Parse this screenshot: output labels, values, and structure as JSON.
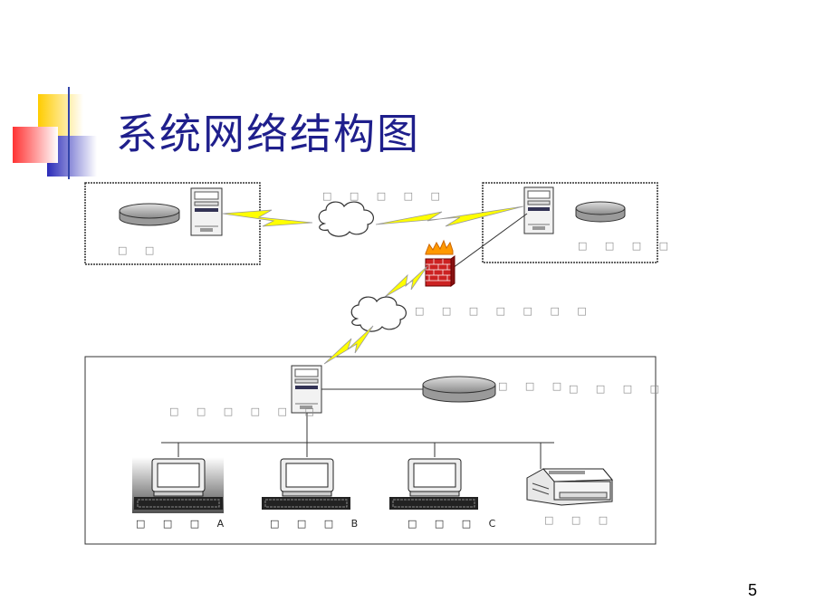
{
  "slide": {
    "title": "系统网络结构图",
    "page_number": "5"
  },
  "labels": {
    "top_left_box": "□ □",
    "top_cloud": "□ □ □ □ □",
    "top_right_box": "□ □ □ □",
    "middle_cloud": "□ □ □ □ □ □ □",
    "lan_server": "□ □ □ □ □ □",
    "lan_db_1": "□ □ □",
    "lan_db_2": "□ □ □ □",
    "workstation_a": "□ □ □ A",
    "workstation_b": "□ □ □ B",
    "workstation_c": "□ □ □ C",
    "printer": "□ □ □"
  },
  "colors": {
    "title": "#1f1f8c",
    "lightning": "#ffff00",
    "firewall": "#cc0000",
    "deco_yellow": "#ffcc00",
    "deco_blue": "#3333cc",
    "deco_red": "#ff3333"
  }
}
